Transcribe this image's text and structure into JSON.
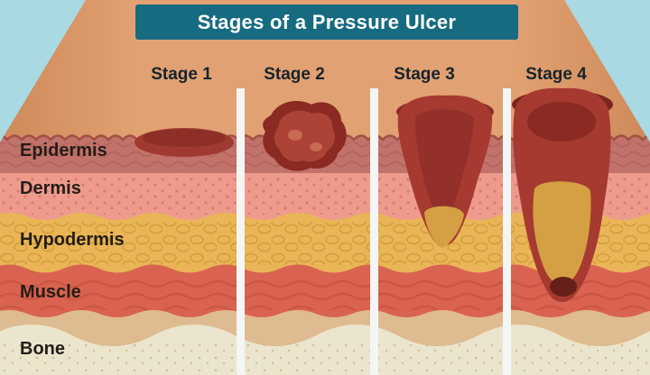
{
  "title": {
    "text": "Stages of a Pressure Ulcer"
  },
  "stages": [
    {
      "label": "Stage 1"
    },
    {
      "label": "Stage 2"
    },
    {
      "label": "Stage 3"
    },
    {
      "label": "Stage 4"
    }
  ],
  "layers": [
    {
      "label": "Epidermis"
    },
    {
      "label": "Dermis"
    },
    {
      "label": "Hypodermis"
    },
    {
      "label": "Muscle"
    },
    {
      "label": "Bone"
    }
  ],
  "colors": {
    "background": "#a9d9e2",
    "banner": "#176b80",
    "banner_text": "#ffffff",
    "skin_surface": "#e2a172",
    "epidermis": "#c1726a",
    "dermis": "#ee9b8d",
    "hypodermis": "#e9b557",
    "muscle": "#d96350",
    "subcutaneous_band": "#debb90",
    "bone": "#ece5cd",
    "wound_dark": "#8a2a23",
    "wound_red": "#a63a30",
    "wound_fat": "#d4a043",
    "divider": "#f3f6f5"
  }
}
